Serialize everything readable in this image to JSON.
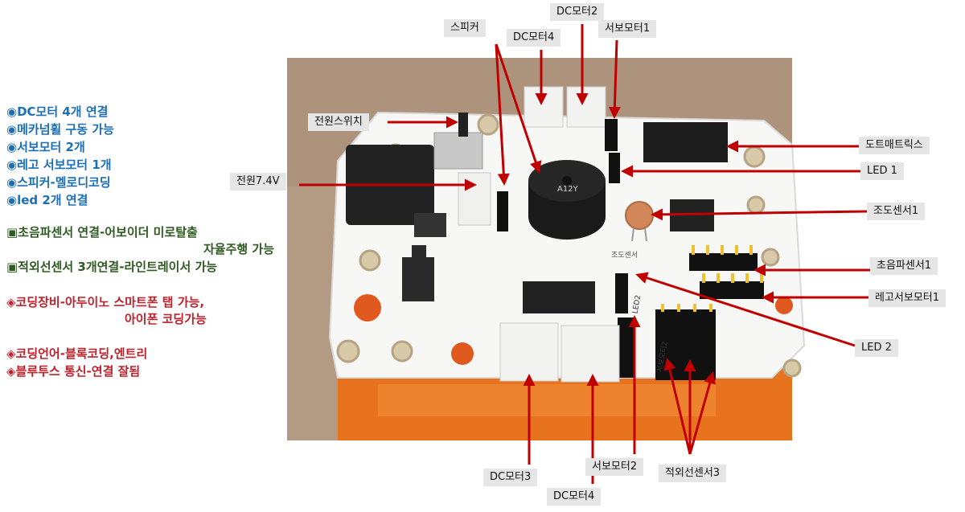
{
  "colors": {
    "feature_blue": "#1b6fb5",
    "feature_green": "#2f5a22",
    "feature_red": "#c0202a",
    "arrow": "#c00000",
    "callout_bg": "#e6e6e6"
  },
  "features": {
    "blue": [
      "◉DC모터 4개 연결",
      "◉메카넘휠 구동 가능",
      "◉서보모터 2개",
      "◉레고 서보모터 1개",
      "◉스피커-멜로디코딩",
      "◉led 2개 연결"
    ],
    "green": [
      "▣초음파센서 연결-어보이더 미로탈출",
      "자율주행 가능",
      "▣적외선센서 3개연결-라인트레이서 가능"
    ],
    "red": [
      "◈코딩장비-아두이노 스마트폰 탭 가능,",
      "아이폰 코딩가능",
      "◈코딩언어-블록코딩,엔트리",
      "◈블루투스 통신-연결 잘됨"
    ]
  },
  "callouts": {
    "speaker": "스피커",
    "dc_motor_4_top": "DC모터4",
    "dc_motor_2": "DC모터2",
    "servo_motor_1": "서보모터1",
    "power_switch": "전원스위치",
    "power_7v4": "전원7.4V",
    "dot_matrix": "도트매트릭스",
    "led_1": "LED 1",
    "light_sensor_1": "조도센서1",
    "ultrasonic_sensor_1": "초음파센서1",
    "lego_servo_motor_1": "레고서보모터1",
    "led_2": "LED 2",
    "dc_motor_3": "DC모터3",
    "dc_motor_4_bottom": "DC모터4",
    "servo_motor_2": "서보모터2",
    "ir_sensor_3": "적외선센서3"
  },
  "board_silkscreen": {
    "speaker_text": "A12Y",
    "light_sensor_text": "조도센서",
    "led2_text": "LED2",
    "servo2_text": "서보모터2"
  }
}
